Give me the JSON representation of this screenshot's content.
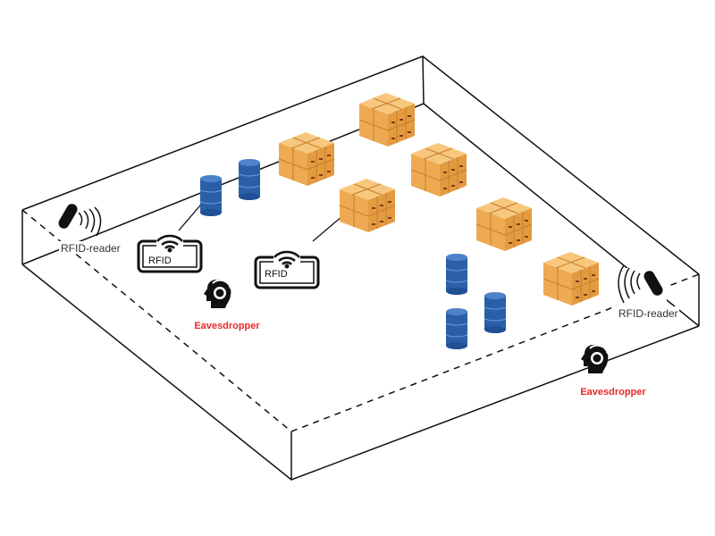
{
  "labels": {
    "reader_left": "RFID-reader",
    "reader_right": "RFID-reader",
    "tag_1": "RFID",
    "tag_2": "RFID",
    "eavesdropper_1": "Eavesdropper",
    "eavesdropper_2": "Eavesdropper"
  },
  "colors": {
    "eavesdropper_text": "#e8262a",
    "barrel": "#2a5fa8",
    "box": "#f2b35c",
    "edge": "#111111"
  },
  "icons": [
    "rfid-reader-icon",
    "rfid-tag-icon",
    "barrel-icon",
    "box-pallet-icon",
    "eavesdropper-icon"
  ]
}
